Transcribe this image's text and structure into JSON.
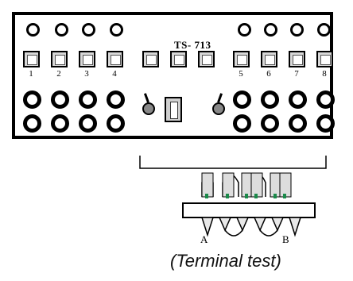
{
  "panel": {
    "title": "TS- 713",
    "switch_numbers": [
      "1",
      "2",
      "3",
      "4",
      "5",
      "6",
      "7",
      "8"
    ]
  },
  "diagram": {
    "label_a": "A",
    "label_b": "B",
    "caption": "(Terminal test)"
  },
  "icons": {
    "jack": "circle-jack-icon",
    "switch": "square-switch-icon",
    "toggle": "toggle-switch-icon",
    "rocker": "rocker-switch-icon"
  }
}
